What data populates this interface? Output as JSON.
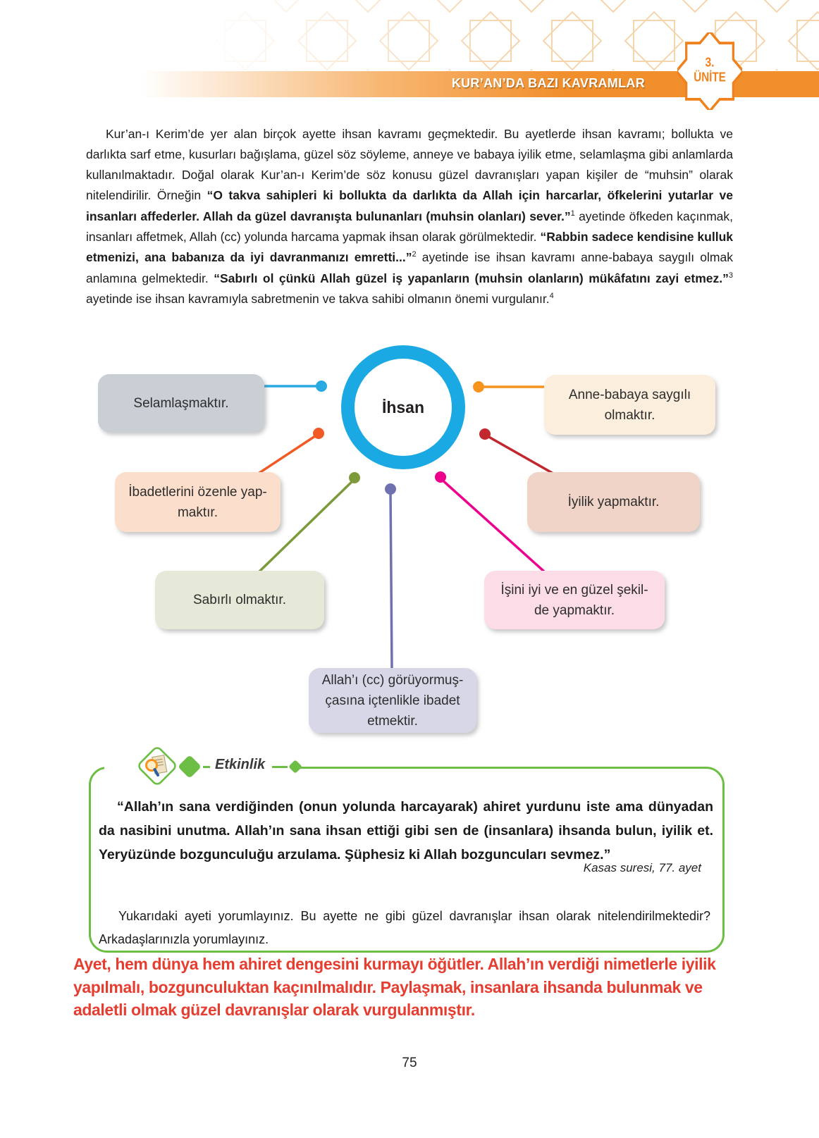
{
  "header": {
    "title": "KUR’AN’DA BAZI KAVRAMLAR",
    "unit_number": "3.",
    "unit_word": "ÜNİTE"
  },
  "colors": {
    "header_orange": "#F18F2D",
    "badge_orange": "#F0821E",
    "pattern_orange": "#F5CE9F",
    "ring_blue": "#1BA9E4",
    "activity_green": "#6CBE45",
    "answer_red": "#E53E30"
  },
  "intro": {
    "segments": [
      {
        "text": "Kur’an-ı Kerim’de yer alan birçok ayette ihsan kavramı geçmektedir. Bu ayetlerde ihsan kavramı; bollukta ve darlıkta sarf etme, kusurları bağışlama, güzel söz söyleme, anneye ve babaya iyilik etme, selamlaşma gibi anlamlarda kullanılmaktadır. Doğal olarak Kur’an-ı Kerim’de söz konusu güzel davranışları yapan kişiler de “muhsin” olarak nitelendirilir. Örneğin "
      },
      {
        "text": "“O takva sahipleri ki bollukta da darlıkta da Allah için harcarlar, öfkelerini yutarlar ve insanları affederler. Allah da güzel davranışta bulunanları (muhsin olanları) sever.”",
        "bold": true
      },
      {
        "text": "1",
        "sup": true
      },
      {
        "text": " ayetinde öfkeden kaçınmak, insanları affetmek, Allah (cc) yolunda harcama yapmak ihsan olarak görülmektedir. "
      },
      {
        "text": "“Rabbin sadece kendisine kulluk etmenizi, ana babanıza da iyi davranmanızı emretti...”",
        "bold": true
      },
      {
        "text": "2",
        "sup": true
      },
      {
        "text": " ayetinde ise ihsan kavramı anne-babaya saygılı olmak anlamına gelmektedir. "
      },
      {
        "text": "“Sabırlı ol çünkü Allah güzel iş yapanların (muhsin olanların) mükâfatını zayi etmez.”",
        "bold": true
      },
      {
        "text": "3",
        "sup": true
      },
      {
        "text": " ayetinde ise ihsan kavramıyla sabretmenin ve takva sahibi olmanın önemi vurgulanır."
      },
      {
        "text": "4",
        "sup": true
      }
    ]
  },
  "diagram": {
    "center": {
      "label": "İhsan"
    },
    "nodes": [
      {
        "id": "selamlasmak",
        "lines": [
          "Selamlaşmaktır."
        ],
        "bg": "#CACFD6",
        "connector": "#29ABE2"
      },
      {
        "id": "anne-babaya-saygi",
        "lines": [
          "Anne-babaya saygılı",
          "olmaktır."
        ],
        "bg": "#FCEEDC",
        "connector": "#F7941D"
      },
      {
        "id": "ibadet-ozen",
        "lines": [
          "İbadetlerini özenle yap-",
          "maktır."
        ],
        "bg": "#FBDECB",
        "connector": "#F15A24"
      },
      {
        "id": "iyilik",
        "lines": [
          "İyilik yapmaktır."
        ],
        "bg": "#EFD4C7",
        "connector": "#C1272D"
      },
      {
        "id": "sabir",
        "lines": [
          "Sabırlı olmaktır."
        ],
        "bg": "#E6E8D8",
        "connector": "#7C9A3C"
      },
      {
        "id": "isini-guzel",
        "lines": [
          "İşini iyi ve en güzel şekil-",
          "de yapmaktır."
        ],
        "bg": "#FBDCE7",
        "connector": "#EC008C"
      },
      {
        "id": "allahi-goruyormus",
        "lines": [
          "Allah’ı (cc) görüyormuş-",
          "çasına içtenlikle ibadet",
          "etmektir."
        ],
        "bg": "#D7D7E8",
        "connector": "#6F71B0"
      }
    ]
  },
  "activity": {
    "label": "Etkinlik",
    "quote": "“Allah’ın sana verdiğinden (onun yolunda harcayarak) ahiret yurdunu iste ama dünyadan da nasibini unutma. Allah’ın sana ihsan ettiği gibi sen de (insanlara) ihsanda bulun, iyilik et. Yeryüzünde bozgunculuğu arzulama. Şüphesiz ki Allah bozguncuları sevmez.”",
    "source": "Kasas suresi, 77. ayet",
    "question": "Yukarıdaki ayeti yorumlayınız. Bu ayette ne gibi güzel davranışlar ihsan olarak nitelendirilmektedir? Arkadaşlarınızla yorumlayınız."
  },
  "answer": {
    "lines": [
      "Ayet, hem dünya hem ahiret dengesini kurmayı öğütler. Allah’ın verdiği nimetlerle iyilik",
      "yapılmalı, bozgunculuktan kaçınılmalıdır. Paylaşmak, insanlara ihsanda bulunmak ve",
      "adaletli olmak güzel davranışlar olarak vurgulanmıştır."
    ]
  },
  "page": {
    "number": "75"
  }
}
